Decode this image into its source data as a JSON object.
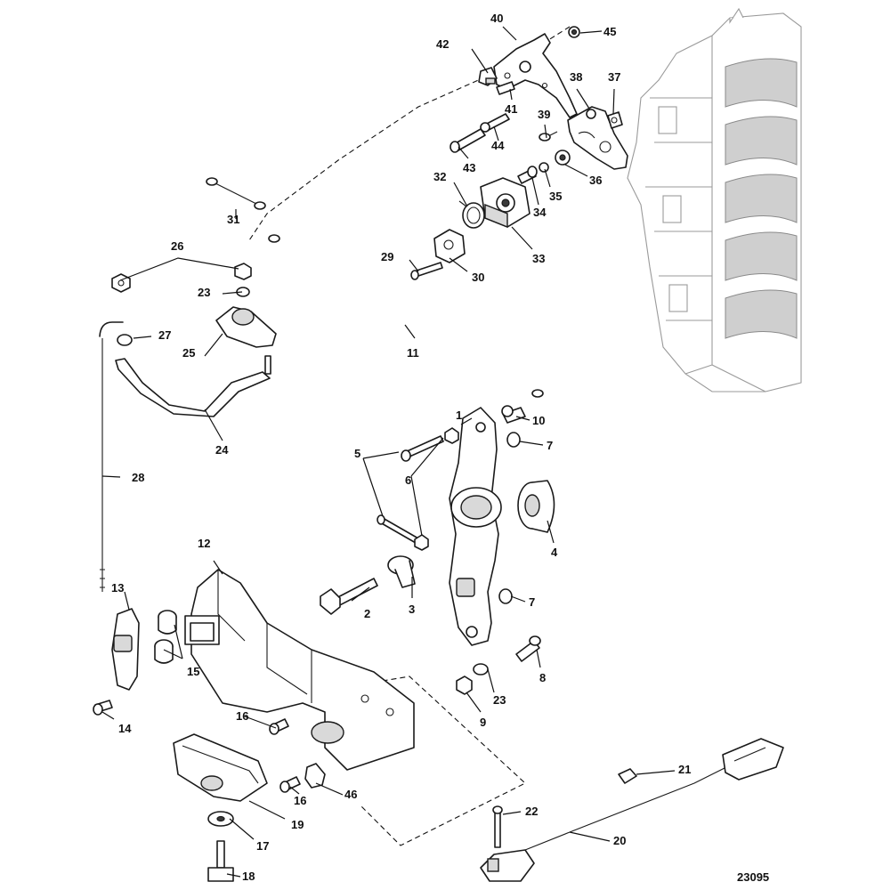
{
  "drawing_number": "23095",
  "callouts": [
    "1",
    "2",
    "3",
    "4",
    "5",
    "6",
    "7",
    "7",
    "8",
    "9",
    "10",
    "11",
    "12",
    "13",
    "14",
    "15",
    "16",
    "16",
    "17",
    "18",
    "19",
    "20",
    "21",
    "22",
    "23",
    "23",
    "24",
    "25",
    "26",
    "27",
    "28",
    "29",
    "30",
    "31",
    "32",
    "33",
    "34",
    "35",
    "36",
    "37",
    "38",
    "39",
    "40",
    "41",
    "42",
    "43",
    "44",
    "45",
    "46"
  ]
}
